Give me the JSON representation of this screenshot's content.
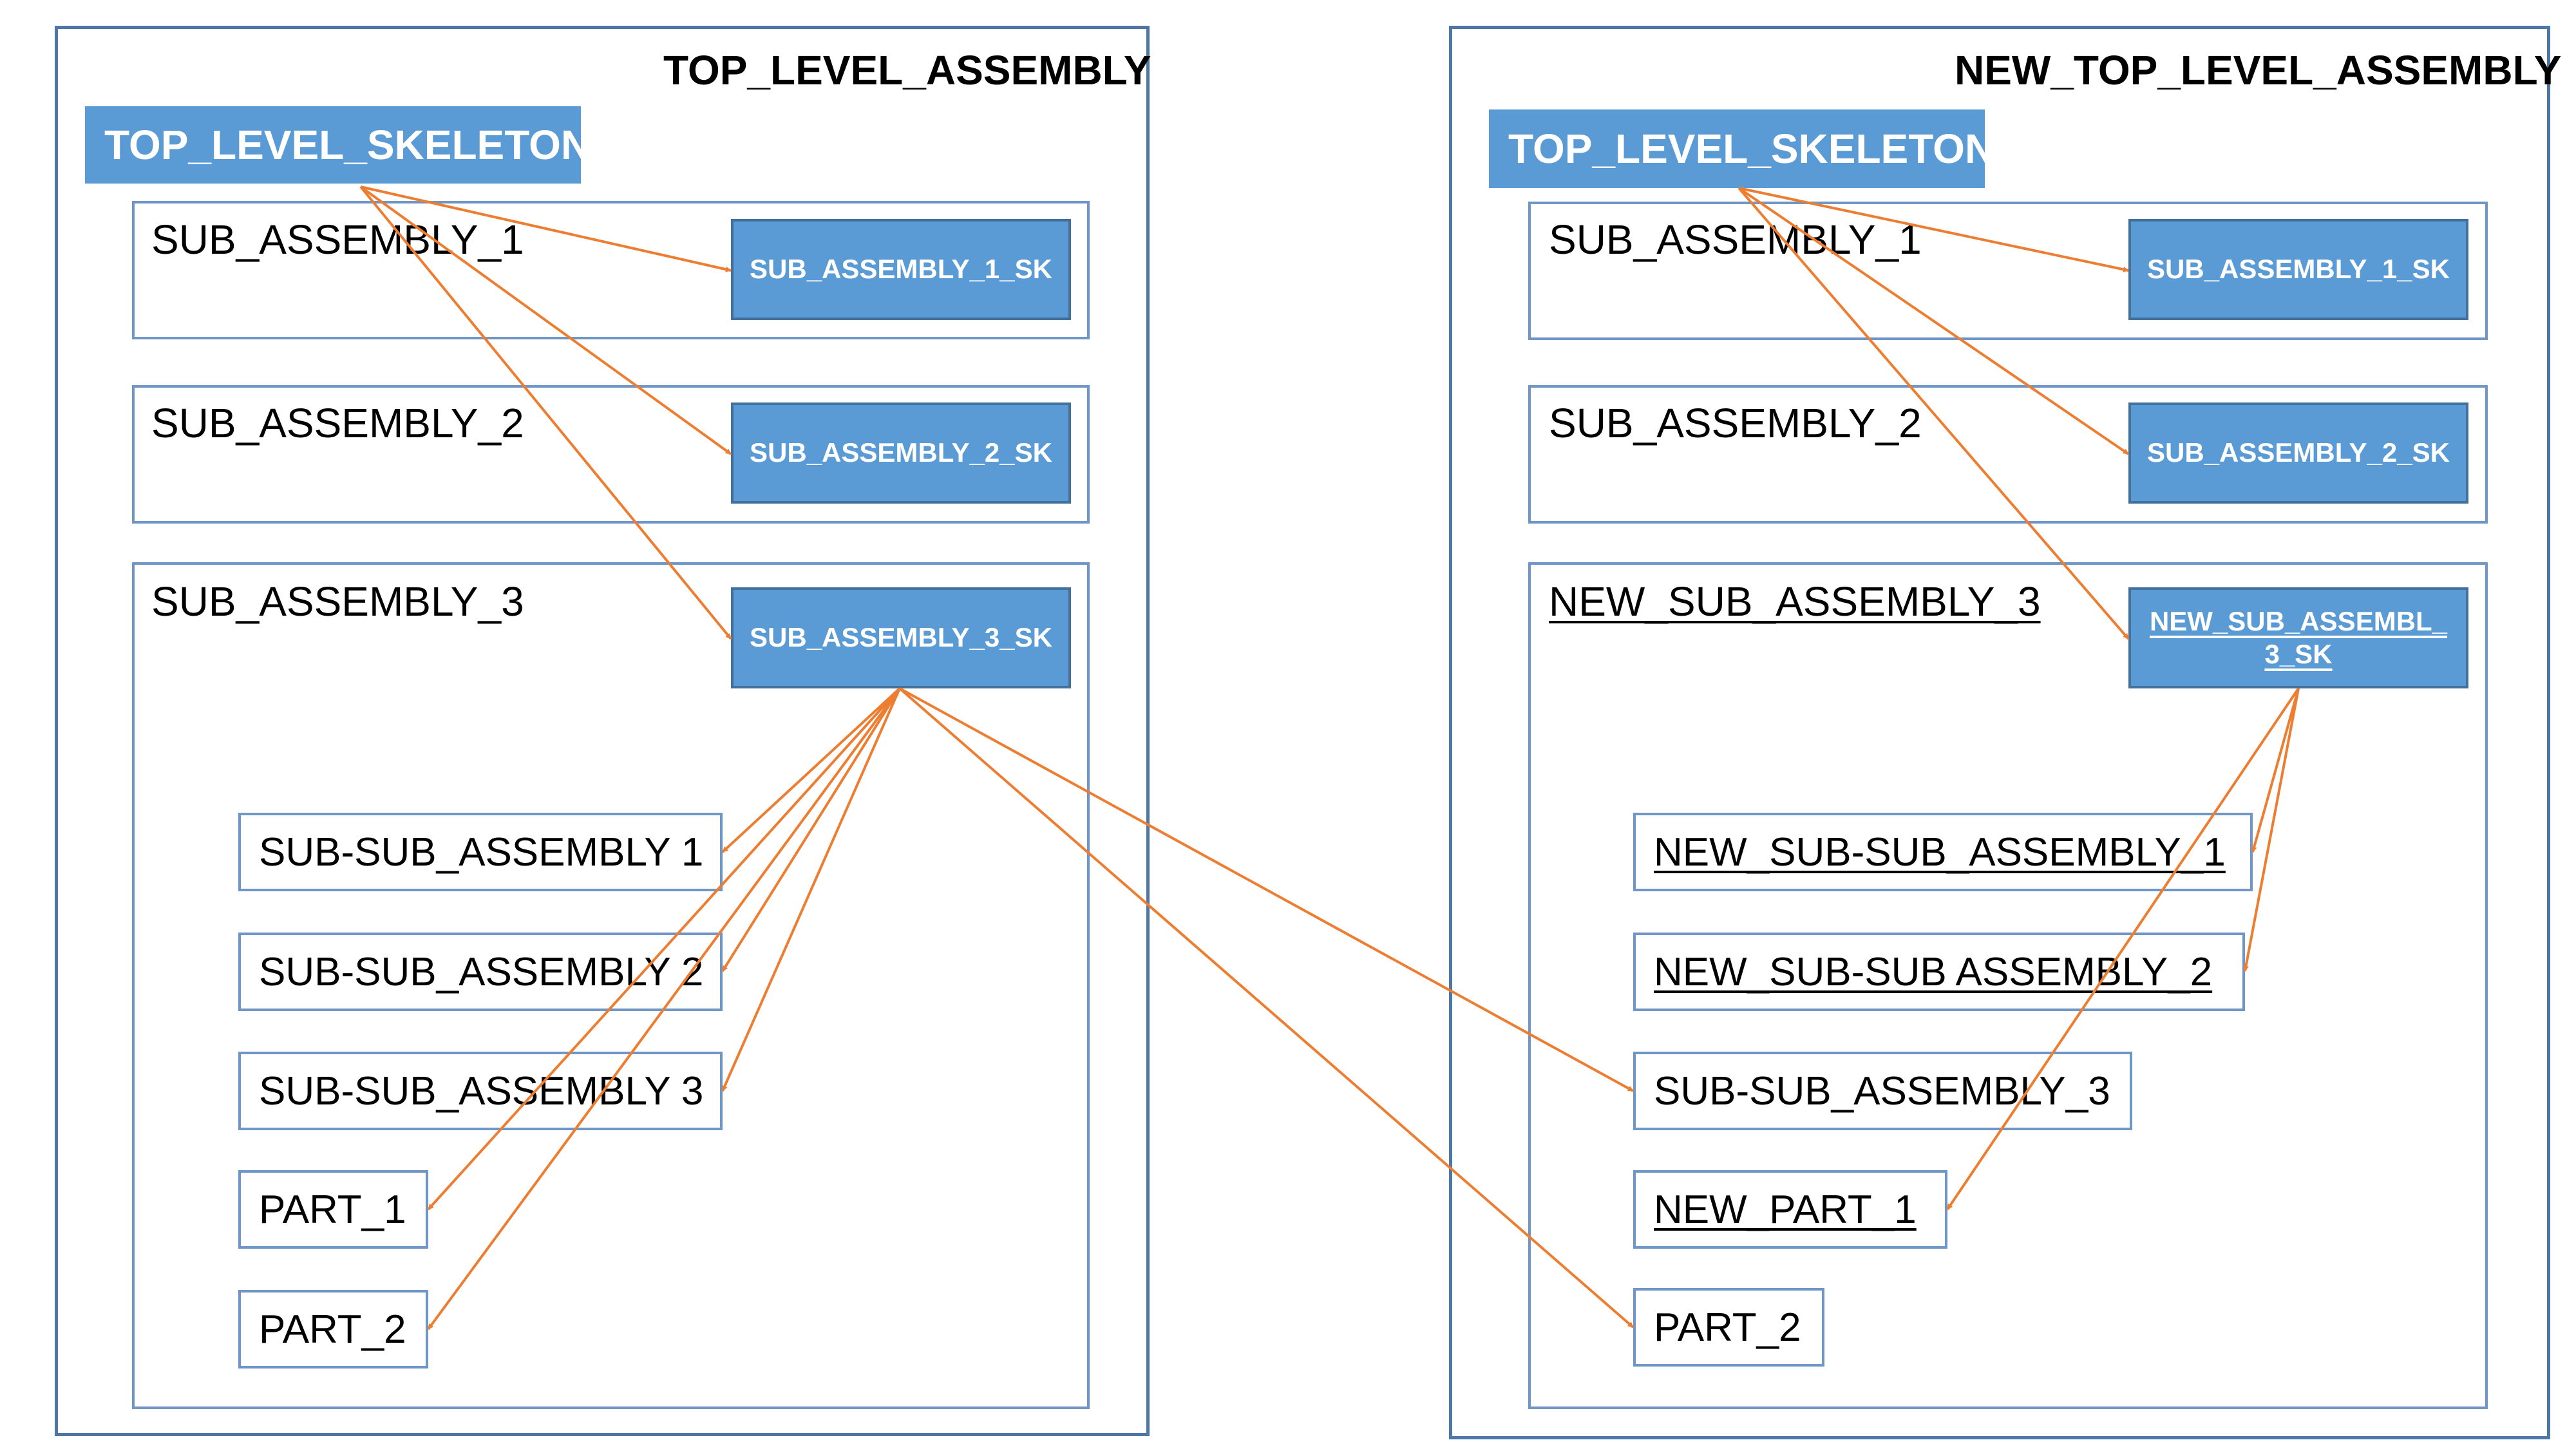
{
  "left": {
    "title": "TOP_LEVEL_ASSEMBLY",
    "skeleton": "TOP_LEVEL_SKELETON",
    "subs": [
      {
        "label": "SUB_ASSEMBLY_1",
        "skeleton": "SUB_ASSEMBLY_1_SK"
      },
      {
        "label": "SUB_ASSEMBLY_2",
        "skeleton": "SUB_ASSEMBLY_2_SK"
      },
      {
        "label": "SUB_ASSEMBLY_3",
        "skeleton": "SUB_ASSEMBLY_3_SK"
      }
    ],
    "items": [
      "SUB-SUB_ASSEMBLY 1",
      "SUB-SUB_ASSEMBLY 2",
      "SUB-SUB_ASSEMBLY 3",
      "PART_1",
      "PART_2"
    ]
  },
  "right": {
    "title": "NEW_TOP_LEVEL_ASSEMBLY",
    "skeleton": "TOP_LEVEL_SKELETON",
    "subs": [
      {
        "label": "SUB_ASSEMBLY_1",
        "skeleton": "SUB_ASSEMBLY_1_SK"
      },
      {
        "label": "SUB_ASSEMBLY_2",
        "skeleton": "SUB_ASSEMBLY_2_SK"
      },
      {
        "label": "NEW_SUB_ASSEMBLY_3",
        "skeleton_line1": "NEW_SUB_ASSEMBL_",
        "skeleton_line2": "3_SK"
      }
    ],
    "items": [
      "NEW_SUB-SUB_ASSEMBLY_1",
      "NEW_SUB-SUB ASSEMBLY_2",
      "SUB-SUB_ASSEMBLY_3",
      "NEW_PART_1",
      "PART_2"
    ]
  },
  "colors": {
    "arrow": "#ed7d31",
    "skeleton_fill": "#5b9bd5",
    "box_border": "#6f96c6"
  }
}
